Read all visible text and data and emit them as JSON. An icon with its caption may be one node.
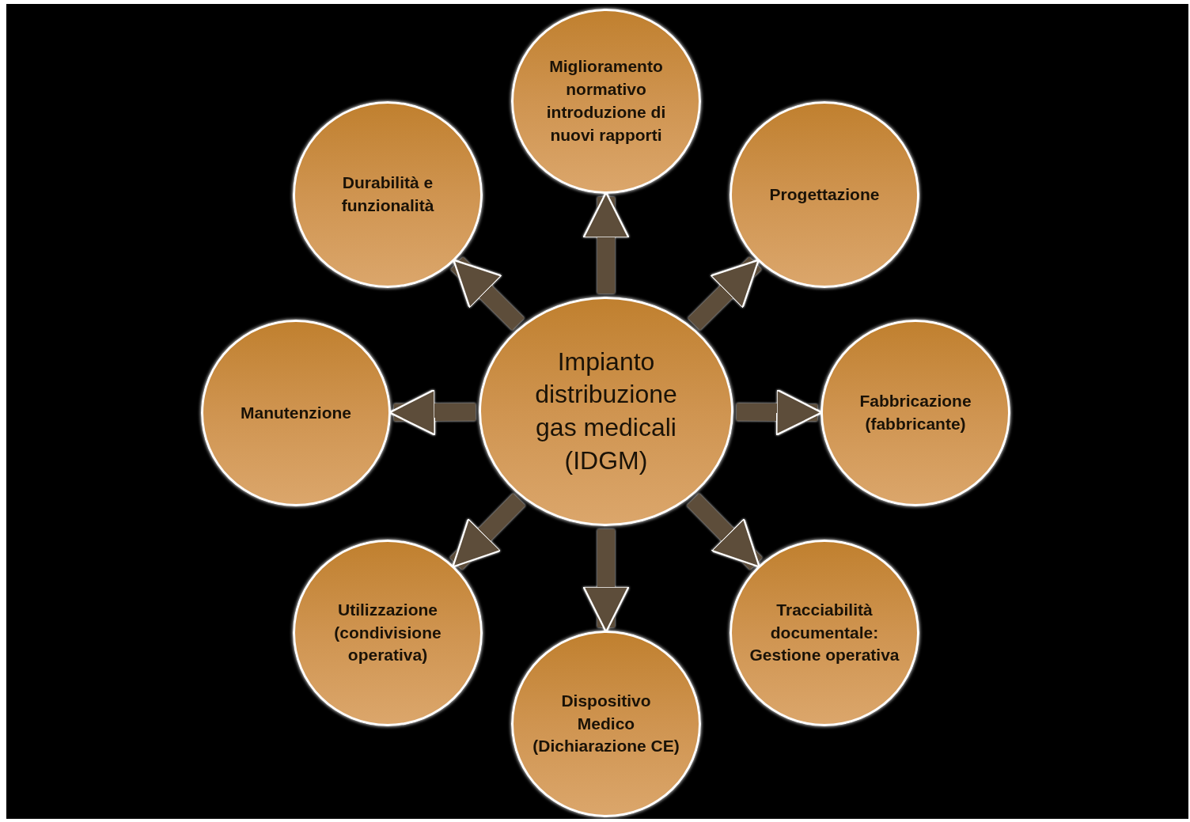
{
  "diagram": {
    "nodes": [
      {
        "text": [
          "Miglioramento normativo introduzione di nuovi rapporti"
        ]
      },
      {
        "text": [
          "Durabilità e funzionalità"
        ]
      },
      {
        "text": [
          "Progettazione"
        ]
      },
      {
        "text": [
          "Manutenzione"
        ]
      },
      {
        "text": [
          "Impianto distribuzione gas medicali (IDGM)"
        ]
      },
      {
        "text": [
          "Fabbricazione (fabbricante)"
        ]
      },
      {
        "text": [
          "Utilizzazione (condivisione operativa)"
        ]
      },
      {
        "text": [
          "Tracciabilità documentale: Gestione operativa"
        ]
      },
      {
        "text": [
          "Dispositivo Medico (Dichiarazione CE)"
        ]
      }
    ],
    "edges": [
      {
        "from": 4,
        "to": 0,
        "arrow": "to"
      },
      {
        "from": 4,
        "to": 2,
        "arrow": "to"
      },
      {
        "from": 4,
        "to": 5,
        "arrow": "to"
      },
      {
        "from": 4,
        "to": 7,
        "arrow": "to"
      },
      {
        "from": 4,
        "to": 8,
        "arrow": "to"
      },
      {
        "from": 4,
        "to": 6,
        "arrow": "to"
      },
      {
        "from": 4,
        "to": 3,
        "arrow": "to"
      },
      {
        "from": 4,
        "to": 1,
        "arrow": "to"
      }
    ]
  }
}
